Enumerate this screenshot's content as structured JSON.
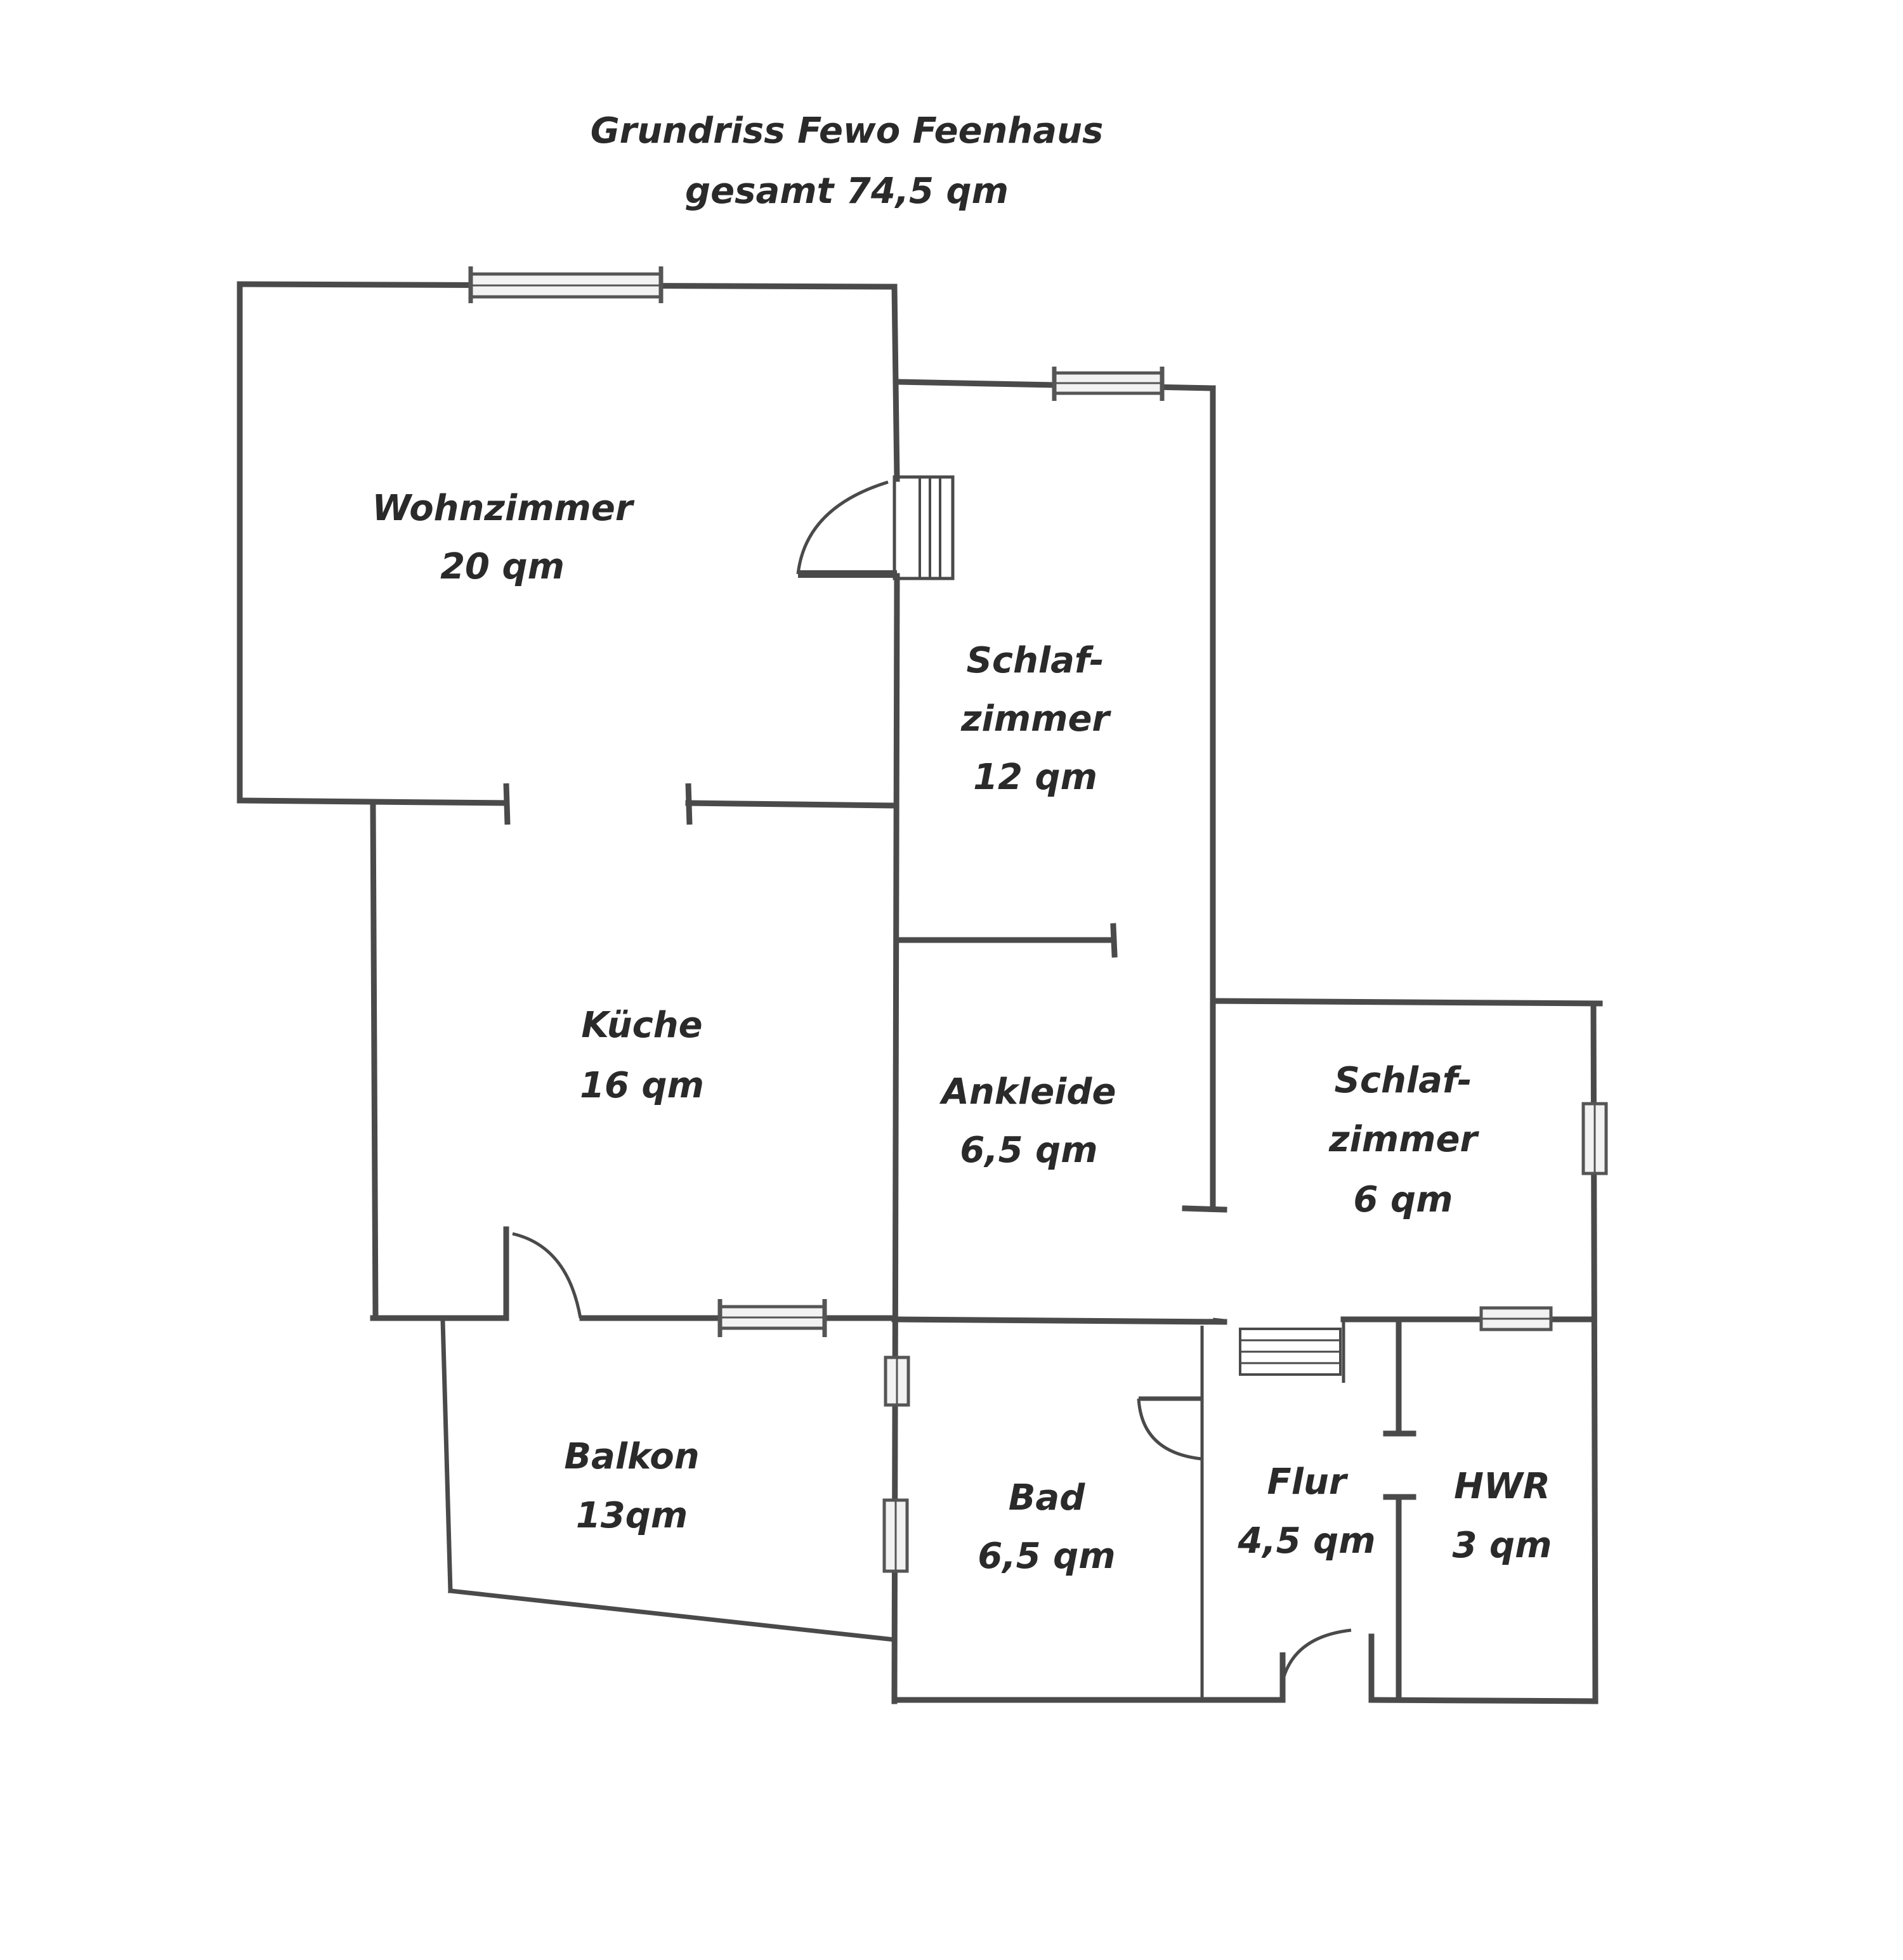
{
  "title": {
    "line1": "Grundriss Fewo Feenhaus",
    "line2": "gesamt 74,5 qm"
  },
  "rooms": {
    "wohnzimmer": {
      "name": "Wohnzimmer",
      "area": "20 qm"
    },
    "schlafzimmer1": {
      "name1": "Schlaf-",
      "name2": "zimmer",
      "area": "12 qm"
    },
    "kueche": {
      "name": "Küche",
      "area": "16 qm"
    },
    "ankleide": {
      "name": "Ankleide",
      "area": "6,5 qm"
    },
    "schlafzimmer2": {
      "name1": "Schlaf-",
      "name2": "zimmer",
      "area": "6 qm"
    },
    "balkon": {
      "name": "Balkon",
      "area": "13qm"
    },
    "bad": {
      "name": "Bad",
      "area": "6,5 qm"
    },
    "flur": {
      "name": "Flur",
      "area": "4,5 qm"
    },
    "hwr": {
      "name": "HWR",
      "area": "3 qm"
    }
  },
  "colors": {
    "wall": "#4a4a4a",
    "text": "#2a2a2a",
    "background": "#ffffff"
  }
}
